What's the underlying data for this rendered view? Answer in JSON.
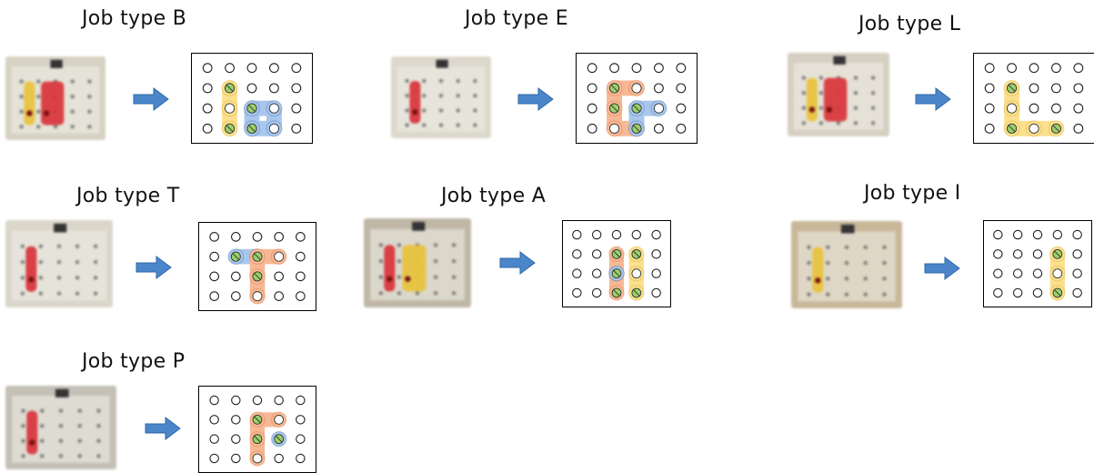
{
  "jobs": [
    {
      "id": "b",
      "title": "Job type B",
      "photo_tone": "#d7d2c4",
      "piece_colors": [
        "#e8c23a",
        "#d8333a"
      ],
      "piece_shapes": [
        {
          "color": "yellow",
          "holes": [
            [
              1,
              1
            ],
            [
              1,
              2
            ],
            [
              1,
              3
            ]
          ]
        },
        {
          "color": "blue",
          "holes": [
            [
              2,
              2
            ],
            [
              3,
              2
            ],
            [
              2,
              3
            ],
            [
              3,
              3
            ]
          ]
        }
      ]
    },
    {
      "id": "e",
      "title": "Job type E",
      "photo_tone": "#dcd8cc",
      "piece_colors": [
        "#d8333a"
      ],
      "piece_shapes": [
        {
          "color": "orange",
          "holes": [
            [
              1,
              1
            ],
            [
              2,
              1
            ],
            [
              1,
              2
            ],
            [
              1,
              3
            ],
            [
              2,
              3
            ]
          ]
        },
        {
          "color": "blue",
          "holes": [
            [
              2,
              2
            ],
            [
              3,
              2
            ],
            [
              2,
              3
            ]
          ]
        }
      ]
    },
    {
      "id": "l",
      "title": "Job type L",
      "photo_tone": "#d6d0c2",
      "piece_colors": [
        "#e8c23a",
        "#d8333a"
      ],
      "piece_shapes": [
        {
          "color": "yellow",
          "holes": [
            [
              1,
              1
            ],
            [
              1,
              2
            ],
            [
              1,
              3
            ],
            [
              2,
              3
            ],
            [
              3,
              3
            ]
          ]
        }
      ]
    },
    {
      "id": "t",
      "title": "Job type T",
      "photo_tone": "#dad6ca",
      "piece_colors": [
        "#d8333a"
      ],
      "piece_shapes": [
        {
          "color": "blue",
          "holes": [
            [
              1,
              1
            ],
            [
              2,
              1
            ]
          ]
        },
        {
          "color": "orange",
          "holes": [
            [
              2,
              1
            ],
            [
              3,
              1
            ],
            [
              2,
              2
            ],
            [
              2,
              3
            ]
          ]
        }
      ]
    },
    {
      "id": "a",
      "title": "Job type A",
      "photo_tone": "#bfb6a6",
      "piece_colors": [
        "#d8333a",
        "#e8c23a"
      ],
      "piece_shapes": [
        {
          "color": "orange",
          "holes": [
            [
              2,
              1
            ],
            [
              2,
              2
            ],
            [
              2,
              3
            ]
          ]
        },
        {
          "color": "blue",
          "holes": [
            [
              2,
              2
            ]
          ]
        },
        {
          "color": "yellow",
          "holes": [
            [
              3,
              1
            ],
            [
              3,
              2
            ],
            [
              3,
              3
            ]
          ]
        }
      ]
    },
    {
      "id": "i",
      "title": "Job type I",
      "photo_tone": "#c9b79a",
      "piece_colors": [
        "#e8c23a"
      ],
      "piece_shapes": [
        {
          "color": "yellow",
          "holes": [
            [
              3,
              1
            ],
            [
              3,
              2
            ],
            [
              3,
              3
            ]
          ]
        }
      ]
    },
    {
      "id": "p",
      "title": "Job type P",
      "photo_tone": "#c4c0b6",
      "piece_colors": [
        "#d8333a"
      ],
      "piece_shapes": [
        {
          "color": "orange",
          "holes": [
            [
              2,
              1
            ],
            [
              3,
              1
            ],
            [
              2,
              2
            ],
            [
              2,
              3
            ]
          ]
        },
        {
          "color": "blue",
          "holes": [
            [
              3,
              2
            ]
          ]
        }
      ]
    }
  ],
  "colors": {
    "yellow_fill": "#fbe08f",
    "yellow_stroke": "#d8a820",
    "blue_fill": "#a9c7ec",
    "blue_stroke": "#3e6fb0",
    "orange_fill": "#f7b995",
    "orange_stroke": "#d9703c",
    "screw": "#9bd06a",
    "arrow": "#4a86c9",
    "arrow_stroke": "#2f6aa6"
  }
}
